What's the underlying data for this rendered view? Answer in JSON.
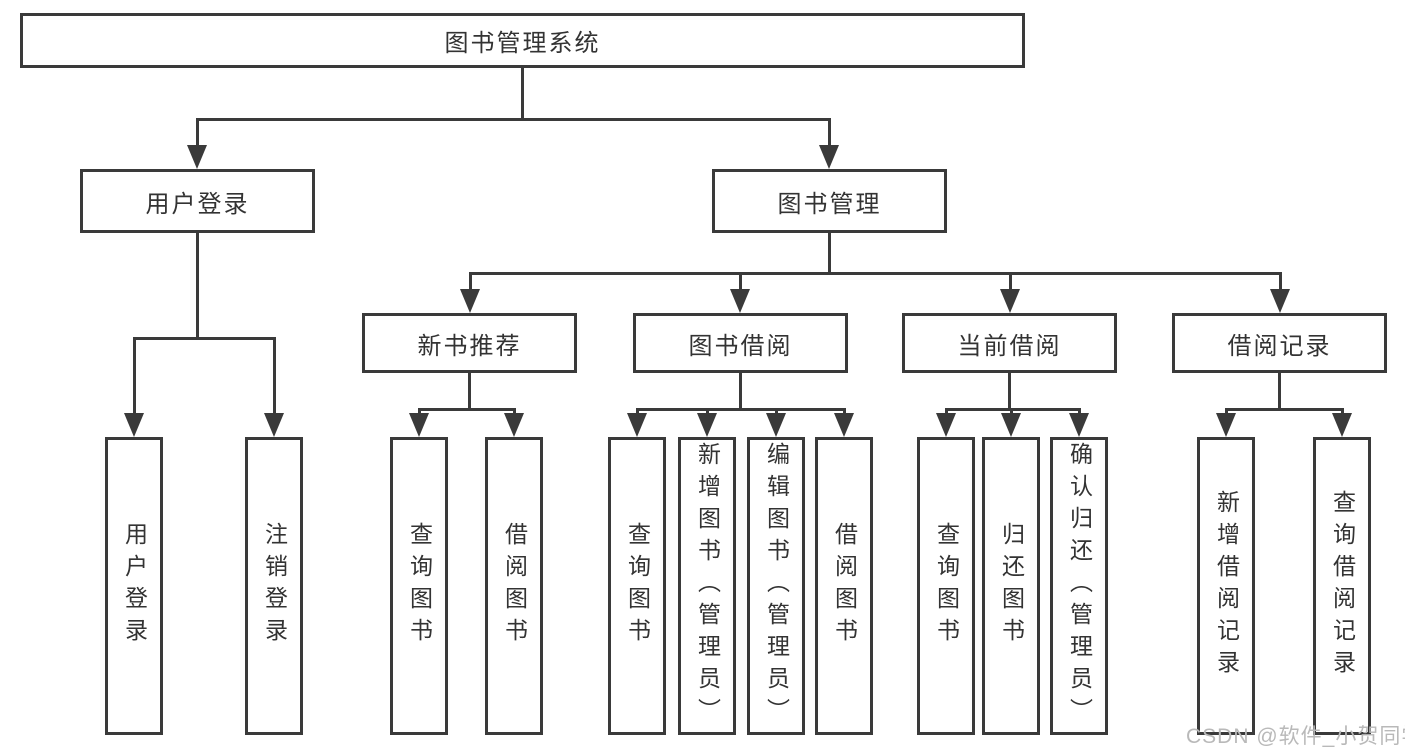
{
  "tree": {
    "label": "图书管理系统",
    "children": [
      {
        "label": "用户登录",
        "children": [
          {
            "label": "用户登录"
          },
          {
            "label": "注销登录"
          }
        ]
      },
      {
        "label": "图书管理",
        "children": [
          {
            "label": "新书推荐",
            "children": [
              {
                "label": "查询图书"
              },
              {
                "label": "借阅图书"
              }
            ]
          },
          {
            "label": "图书借阅",
            "children": [
              {
                "label": "查询图书"
              },
              {
                "label": "新增图书（管理员）"
              },
              {
                "label": "编辑图书（管理员）"
              },
              {
                "label": "借阅图书"
              }
            ]
          },
          {
            "label": "当前借阅",
            "children": [
              {
                "label": "查询图书"
              },
              {
                "label": "归还图书"
              },
              {
                "label": "确认归还（管理员）"
              }
            ]
          },
          {
            "label": "借阅记录",
            "children": [
              {
                "label": "新增借阅记录"
              },
              {
                "label": "查询借阅记录"
              }
            ]
          }
        ]
      }
    ]
  },
  "watermark": {
    "text": "CSDN @软件_小贺同学"
  },
  "colors": {
    "ink": "#3a3a3a",
    "paper": "#ffffff",
    "watermark": "#b9b9b9"
  }
}
